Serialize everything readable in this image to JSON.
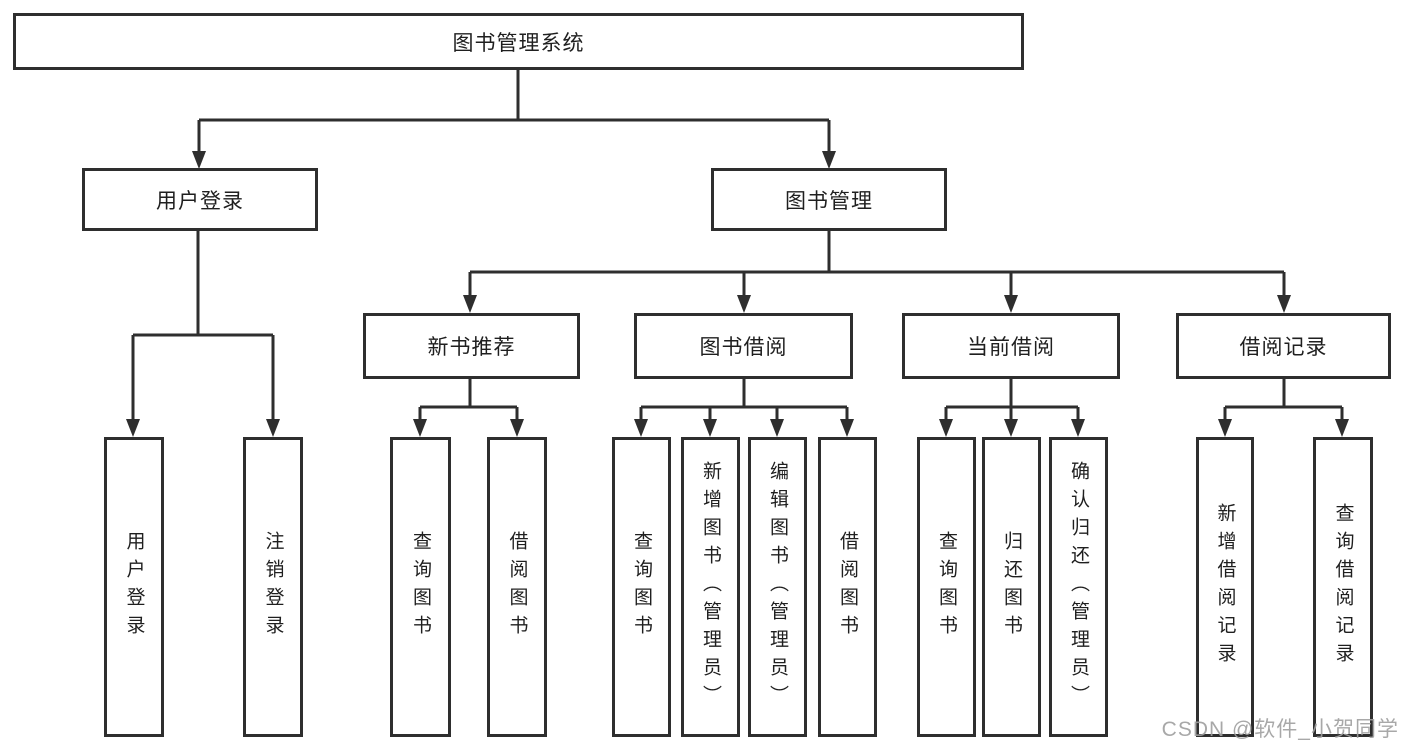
{
  "colors": {
    "background": "#ffffff",
    "line": "#2e2e2e",
    "text": "#1f1f1f",
    "watermark": "#9e9e9e"
  },
  "watermark": {
    "text": "CSDN @软件_小贺同学"
  },
  "tree": {
    "root": {
      "label": "图书管理系统",
      "children": [
        {
          "label": "用户登录",
          "children": [
            {
              "label": "用户登录"
            },
            {
              "label": "注销登录"
            }
          ]
        },
        {
          "label": "图书管理",
          "children": [
            {
              "label": "新书推荐",
              "children": [
                {
                  "label": "查询图书"
                },
                {
                  "label": "借阅图书"
                }
              ]
            },
            {
              "label": "图书借阅",
              "children": [
                {
                  "label": "查询图书"
                },
                {
                  "label": "新增图书（管理员）"
                },
                {
                  "label": "编辑图书（管理员）"
                },
                {
                  "label": "借阅图书"
                }
              ]
            },
            {
              "label": "当前借阅",
              "children": [
                {
                  "label": "查询图书"
                },
                {
                  "label": "归还图书"
                },
                {
                  "label": "确认归还（管理员）"
                }
              ]
            },
            {
              "label": "借阅记录",
              "children": [
                {
                  "label": "新增借阅记录"
                },
                {
                  "label": "查询借阅记录"
                }
              ]
            }
          ]
        }
      ]
    }
  }
}
